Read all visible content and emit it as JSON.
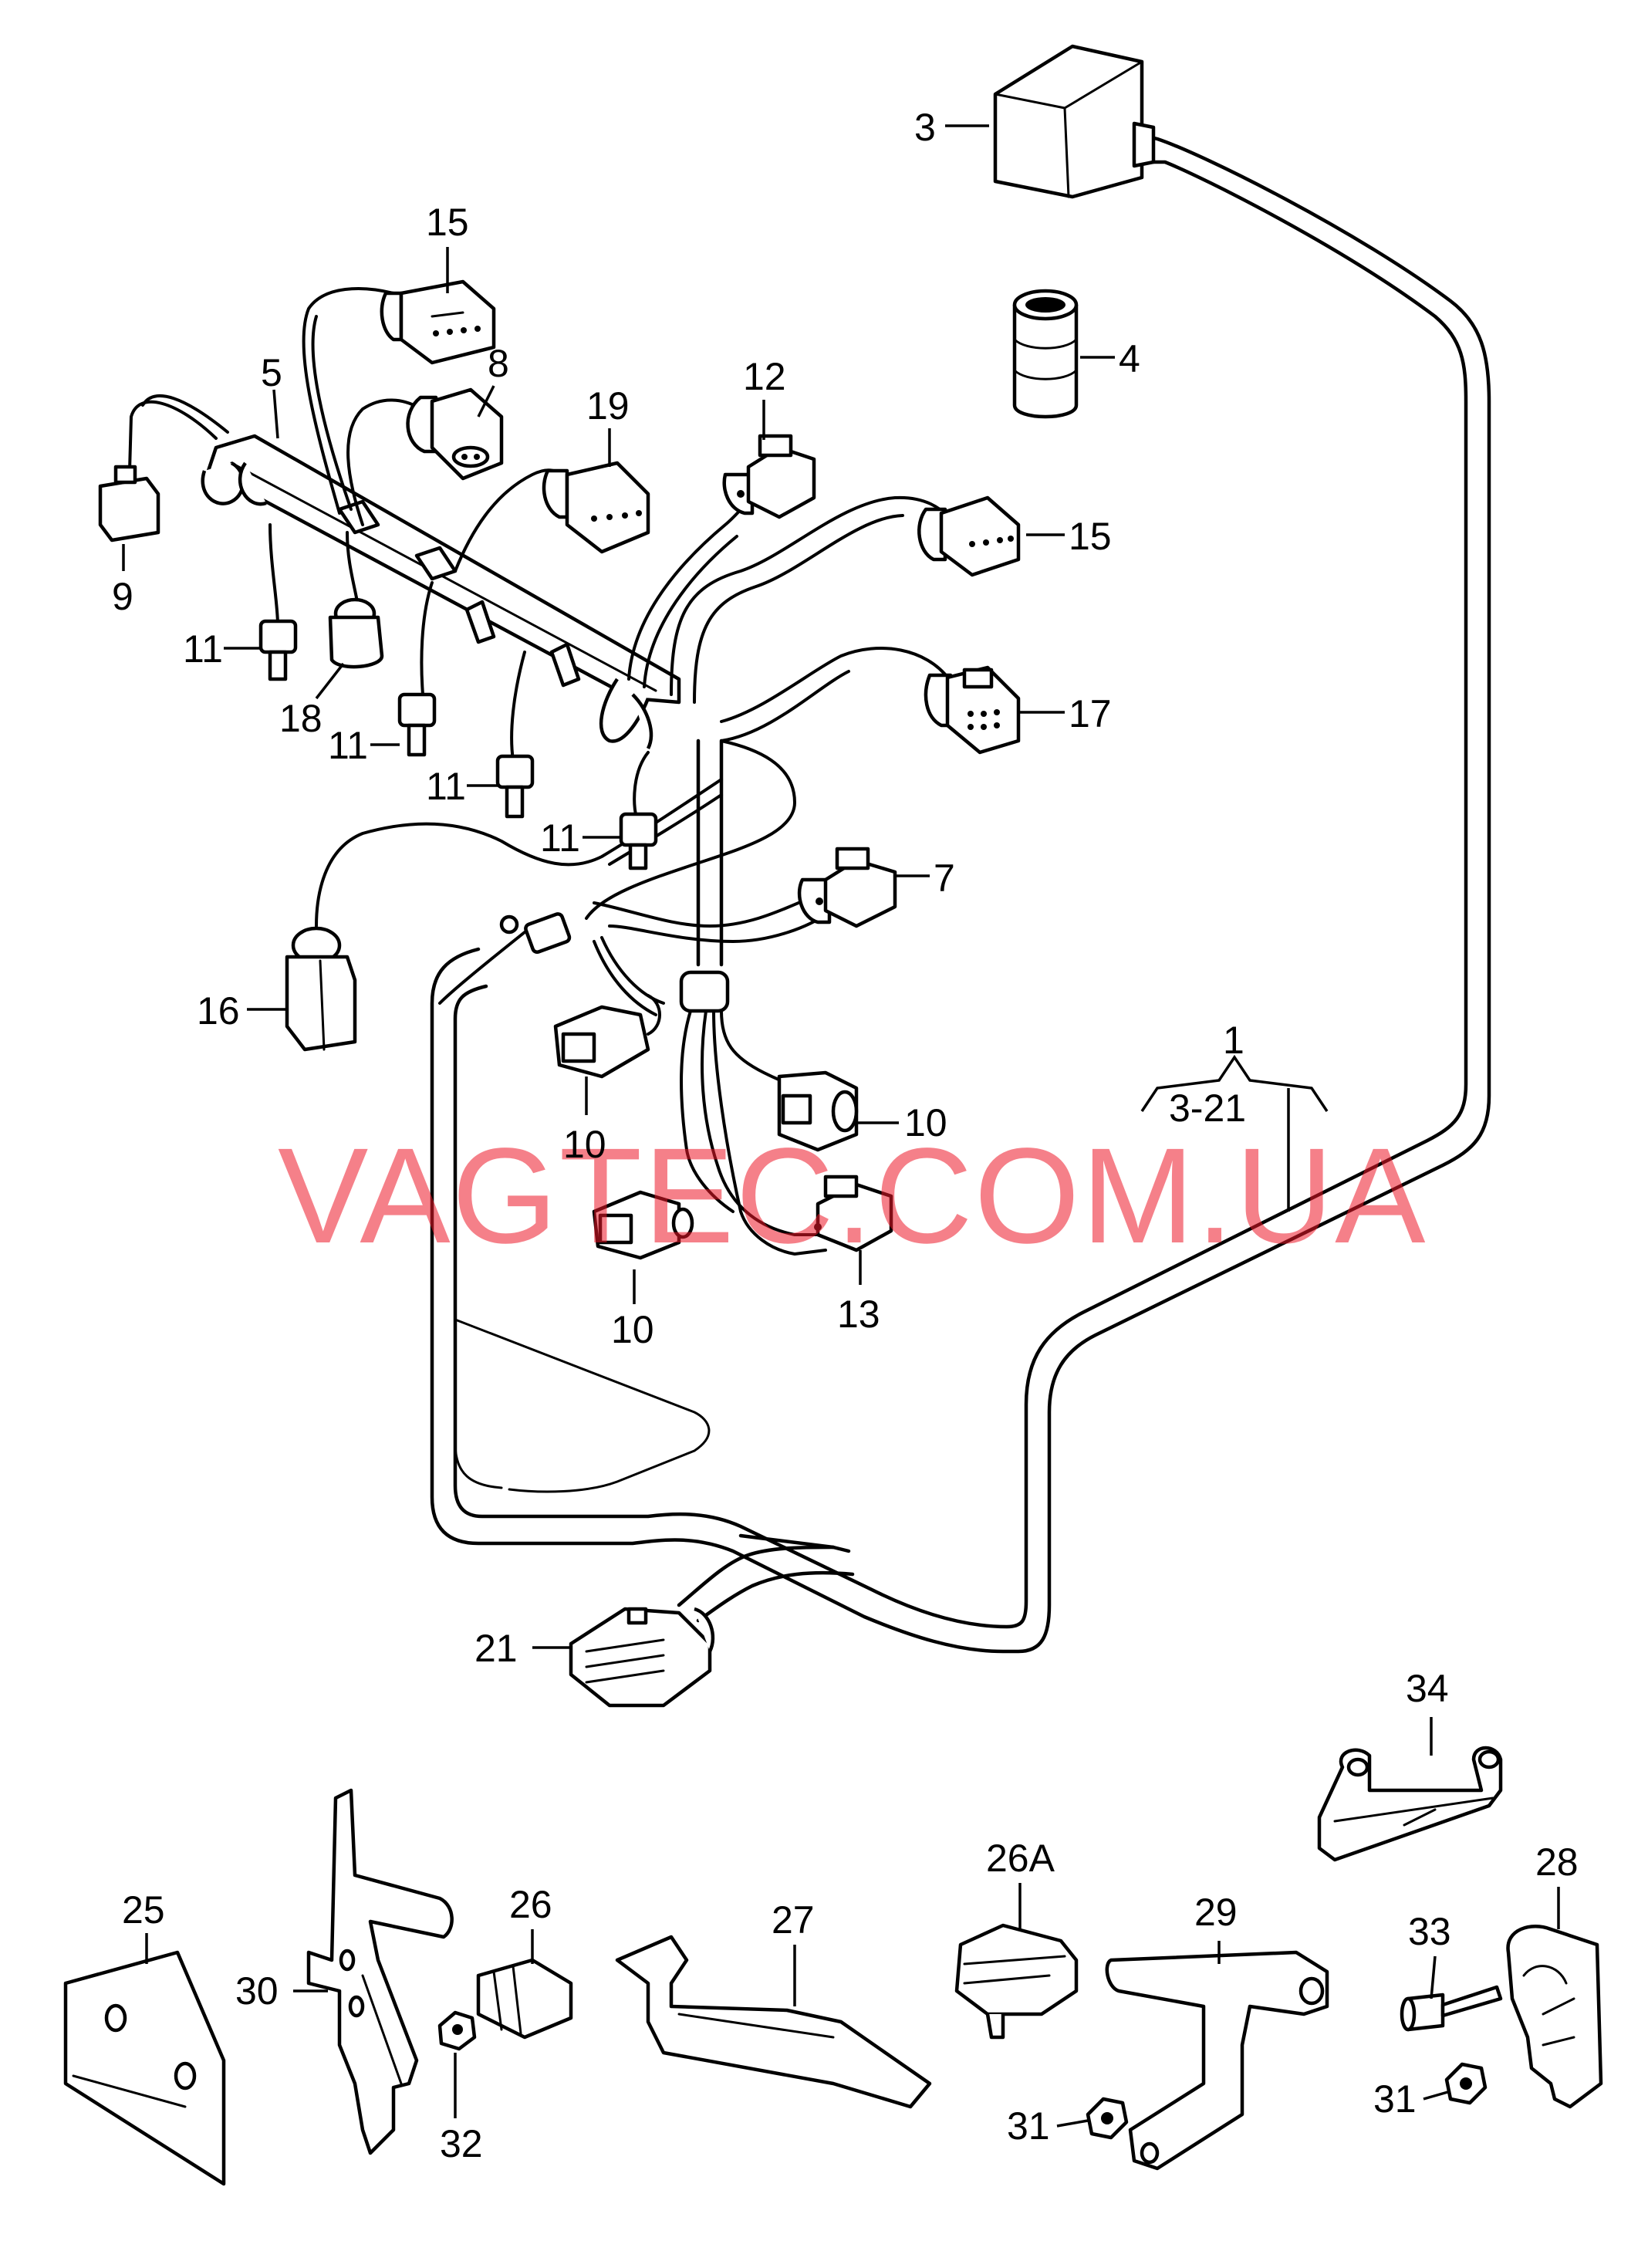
{
  "watermark": "VAGTEC.COM.UA",
  "callouts": [
    {
      "id": "3",
      "text": "3"
    },
    {
      "id": "4",
      "text": "4"
    },
    {
      "id": "15a",
      "text": "15"
    },
    {
      "id": "5",
      "text": "5"
    },
    {
      "id": "8",
      "text": "8"
    },
    {
      "id": "19",
      "text": "19"
    },
    {
      "id": "12",
      "text": "12"
    },
    {
      "id": "15b",
      "text": "15"
    },
    {
      "id": "9",
      "text": "9"
    },
    {
      "id": "11a",
      "text": "11"
    },
    {
      "id": "18",
      "text": "18"
    },
    {
      "id": "11b",
      "text": "11"
    },
    {
      "id": "11c",
      "text": "11"
    },
    {
      "id": "11d",
      "text": "11"
    },
    {
      "id": "17",
      "text": "17"
    },
    {
      "id": "7",
      "text": "7"
    },
    {
      "id": "16",
      "text": "16"
    },
    {
      "id": "1",
      "text": "1"
    },
    {
      "id": "1range",
      "text": "3-21"
    },
    {
      "id": "10a",
      "text": "10"
    },
    {
      "id": "10b",
      "text": "10"
    },
    {
      "id": "10c",
      "text": "10"
    },
    {
      "id": "13",
      "text": "13"
    },
    {
      "id": "21",
      "text": "21"
    },
    {
      "id": "34",
      "text": "34"
    },
    {
      "id": "26A",
      "text": "26A"
    },
    {
      "id": "28",
      "text": "28"
    },
    {
      "id": "25",
      "text": "25"
    },
    {
      "id": "26",
      "text": "26"
    },
    {
      "id": "27",
      "text": "27"
    },
    {
      "id": "29",
      "text": "29"
    },
    {
      "id": "33",
      "text": "33"
    },
    {
      "id": "30",
      "text": "30"
    },
    {
      "id": "31a",
      "text": "31"
    },
    {
      "id": "31b",
      "text": "31"
    },
    {
      "id": "32",
      "text": "32"
    }
  ]
}
